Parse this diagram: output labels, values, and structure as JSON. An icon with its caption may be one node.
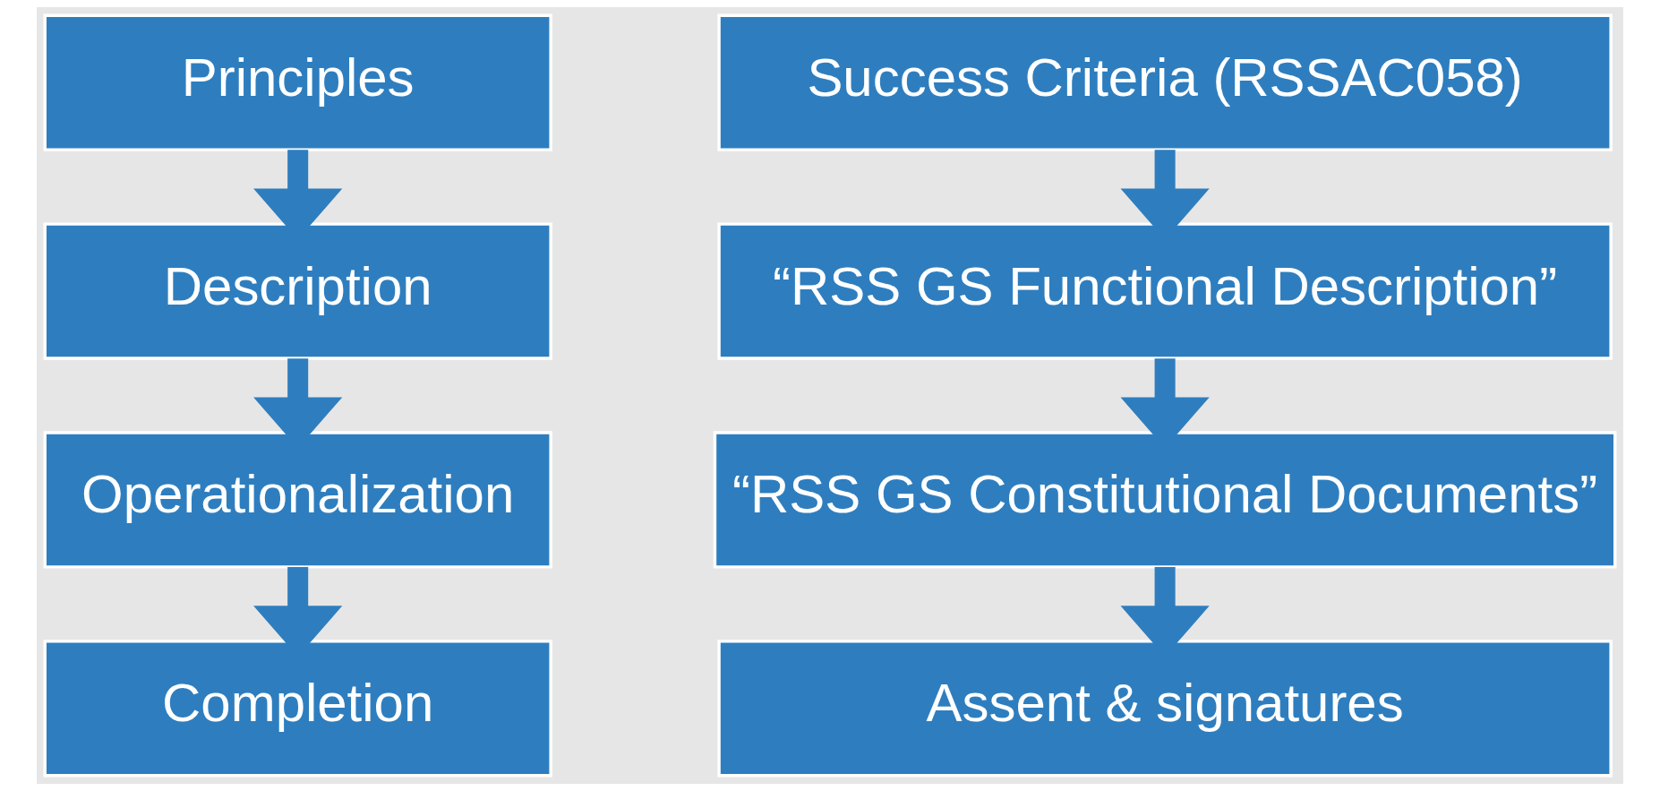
{
  "diagram": {
    "nodes": [
      {
        "text": [
          "Principles"
        ]
      },
      {
        "text": [
          "Description"
        ]
      },
      {
        "text": [
          "Operationalization"
        ]
      },
      {
        "text": [
          "Completion"
        ]
      },
      {
        "text": [
          "Success Criteria (RSSAC058)"
        ]
      },
      {
        "text": [
          "“RSS GS Functional Description”"
        ]
      },
      {
        "text": [
          "“RSS GS Constitutional Documents”"
        ]
      },
      {
        "text": [
          "Assent & signatures"
        ]
      }
    ],
    "edges": [
      {
        "from": 0,
        "to": 1,
        "arrow": "to"
      },
      {
        "from": 1,
        "to": 2,
        "arrow": "to"
      },
      {
        "from": 2,
        "to": 3,
        "arrow": "to"
      },
      {
        "from": 4,
        "to": 5,
        "arrow": "to"
      },
      {
        "from": 5,
        "to": 6,
        "arrow": "to"
      },
      {
        "from": 6,
        "to": 7,
        "arrow": "to"
      }
    ]
  }
}
